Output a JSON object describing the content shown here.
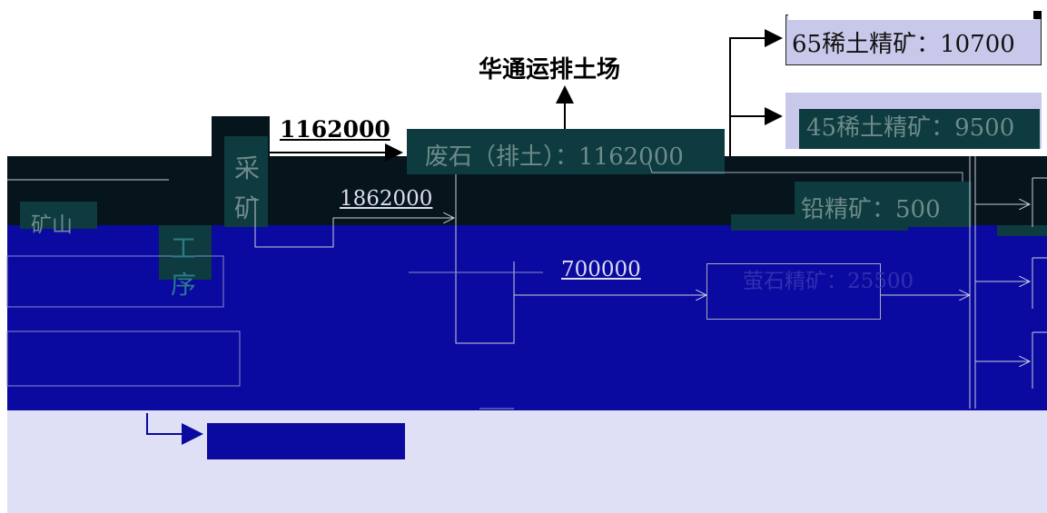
{
  "labels": {
    "dump_site": "华通运排土场",
    "mining_flow": "1162000",
    "waste_rock": "废石（排土）：1162000",
    "mine": "矿山",
    "mining_char1": "采",
    "mining_char2": "矿",
    "ore_flow": "1862000",
    "process_char1": "工",
    "process_char2": "序",
    "flow_700000": "700000",
    "re65": "65稀土精矿：10700",
    "re45": "45稀土精矿：9500",
    "lead": "铅精矿：500",
    "fluorite": "萤石精矿：25500"
  },
  "colors": {
    "dark_band": "#06141c",
    "teal_box": "#0d3b3f",
    "blue_band": "#0a0aa0",
    "light_band": "#dfe0f6",
    "lavender_box": "#c8c8ea"
  }
}
